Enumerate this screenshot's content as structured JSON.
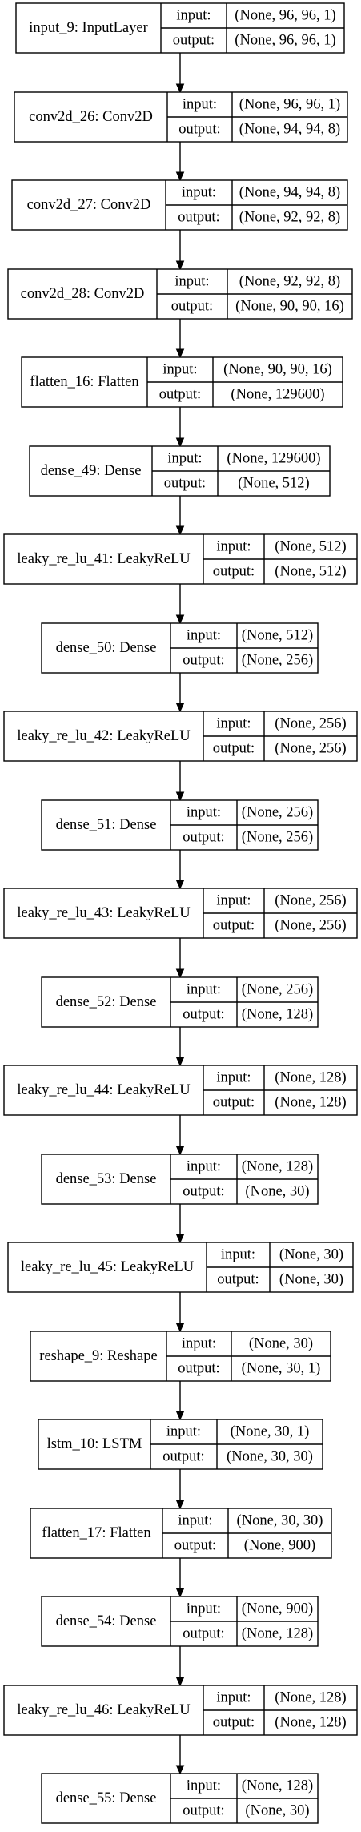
{
  "diagram": {
    "port_labels": {
      "input": "input:",
      "output": "output:"
    },
    "layers": [
      {
        "name": "input_9: InputLayer",
        "input": "(None, 96, 96, 1)",
        "output": "(None, 96, 96, 1)"
      },
      {
        "name": "conv2d_26: Conv2D",
        "input": "(None, 96, 96, 1)",
        "output": "(None, 94, 94, 8)"
      },
      {
        "name": "conv2d_27: Conv2D",
        "input": "(None, 94, 94, 8)",
        "output": "(None, 92, 92, 8)"
      },
      {
        "name": "conv2d_28: Conv2D",
        "input": "(None, 92, 92, 8)",
        "output": "(None, 90, 90, 16)"
      },
      {
        "name": "flatten_16: Flatten",
        "input": "(None, 90, 90, 16)",
        "output": "(None, 129600)"
      },
      {
        "name": "dense_49: Dense",
        "input": "(None, 129600)",
        "output": "(None, 512)"
      },
      {
        "name": "leaky_re_lu_41: LeakyReLU",
        "input": "(None, 512)",
        "output": "(None, 512)"
      },
      {
        "name": "dense_50: Dense",
        "input": "(None, 512)",
        "output": "(None, 256)"
      },
      {
        "name": "leaky_re_lu_42: LeakyReLU",
        "input": "(None, 256)",
        "output": "(None, 256)"
      },
      {
        "name": "dense_51: Dense",
        "input": "(None, 256)",
        "output": "(None, 256)"
      },
      {
        "name": "leaky_re_lu_43: LeakyReLU",
        "input": "(None, 256)",
        "output": "(None, 256)"
      },
      {
        "name": "dense_52: Dense",
        "input": "(None, 256)",
        "output": "(None, 128)"
      },
      {
        "name": "leaky_re_lu_44: LeakyReLU",
        "input": "(None, 128)",
        "output": "(None, 128)"
      },
      {
        "name": "dense_53: Dense",
        "input": "(None, 128)",
        "output": "(None, 30)"
      },
      {
        "name": "leaky_re_lu_45: LeakyReLU",
        "input": "(None, 30)",
        "output": "(None, 30)"
      },
      {
        "name": "reshape_9: Reshape",
        "input": "(None, 30)",
        "output": "(None, 30, 1)"
      },
      {
        "name": "lstm_10: LSTM",
        "input": "(None, 30, 1)",
        "output": "(None, 30, 30)"
      },
      {
        "name": "flatten_17: Flatten",
        "input": "(None, 30, 30)",
        "output": "(None, 900)"
      },
      {
        "name": "dense_54: Dense",
        "input": "(None, 900)",
        "output": "(None, 128)"
      },
      {
        "name": "leaky_re_lu_46: LeakyReLU",
        "input": "(None, 128)",
        "output": "(None, 128)"
      },
      {
        "name": "dense_55: Dense",
        "input": "(None, 128)",
        "output": "(None, 30)"
      }
    ]
  }
}
